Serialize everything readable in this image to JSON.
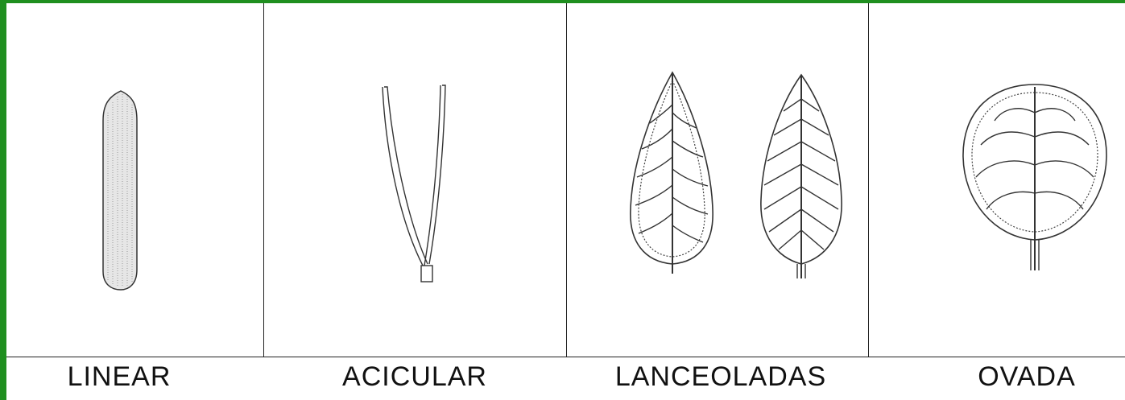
{
  "figure": {
    "labels": {
      "linear": "LINEAR",
      "acicular": "ACICULAR",
      "lanceoladas": "LANCEOLADAS",
      "ovada": "OVADA"
    },
    "colors": {
      "frame": "#1f8f1f",
      "ink": "#222222",
      "background": "#ffffff"
    }
  }
}
